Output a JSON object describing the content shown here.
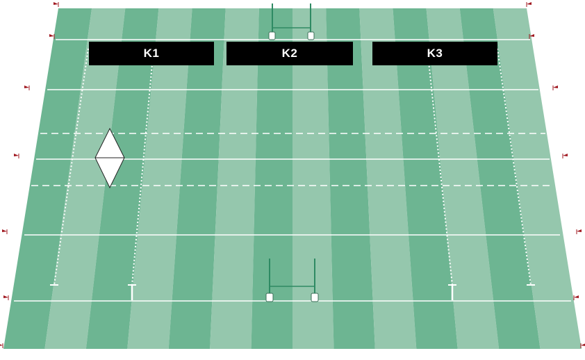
{
  "pitch": {
    "stripe_light": "#95c7ad",
    "stripe_dark": "#6db592",
    "line_color": "#ffffff",
    "flag_color": "#a01820"
  },
  "zones": [
    {
      "label": "K1"
    },
    {
      "label": "K2"
    },
    {
      "label": "K3"
    }
  ],
  "icons": {
    "marker": "diamond-marker-icon",
    "goalposts": "goalpost-icon",
    "flags": "corner-flag-icon"
  }
}
